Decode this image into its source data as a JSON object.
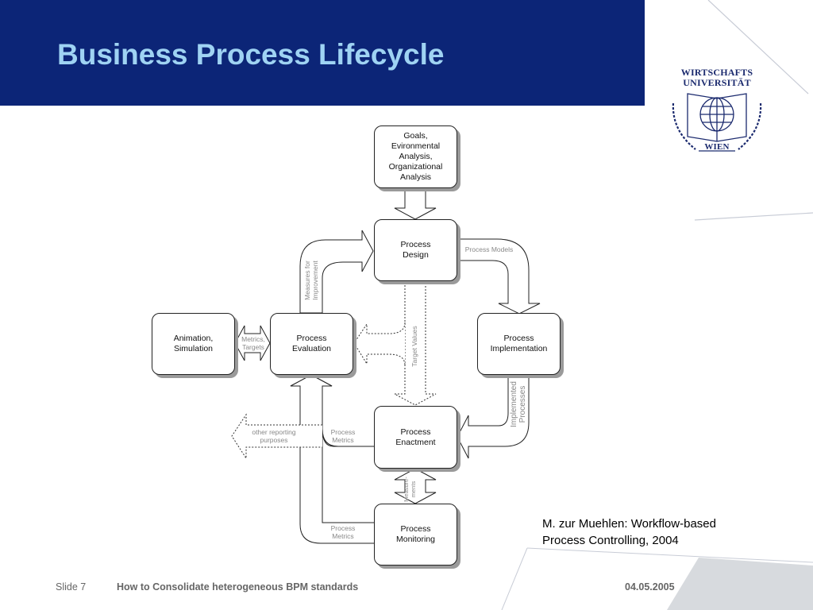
{
  "header": {
    "title": "Business Process Lifecycle"
  },
  "logo": {
    "line1": "WIRTSCHAFTS",
    "line2": "UNIVERSITÄT",
    "line3": "WIEN"
  },
  "nodes": {
    "goals": "Goals,\nEvironmental\nAnalysis,\nOrganizational\nAnalysis",
    "design": "Process\nDesign",
    "animation": "Animation,\nSimulation",
    "evaluation": "Process\nEvaluation",
    "implementation": "Process\nImplementation",
    "enactment": "Process\nEnactment",
    "monitoring": "Process\nMonitoring"
  },
  "labels": {
    "process_models": "Process Models",
    "measures": "Measures for\nImprovement",
    "target_values": "Target Values",
    "metrics_targets": "Metrics,\nTargets",
    "implemented": "Implemented\nProcesses",
    "other_reporting": "other reporting\npurposes",
    "metrics_enactment": "Process\nMetrics",
    "measurements": "Measure-\nments",
    "metrics_monitoring": "Process\nMetrics"
  },
  "citation": "M. zur Muehlen: Workflow-based\nProcess Controlling, 2004",
  "footer": {
    "slide": "Slide 7",
    "title": "How to Consolidate heterogeneous BPM standards",
    "date": "04.05.2005"
  },
  "colors": {
    "header_bg": "#0c2577",
    "title": "#9fd3f3",
    "logo": "#1b2a6e"
  }
}
